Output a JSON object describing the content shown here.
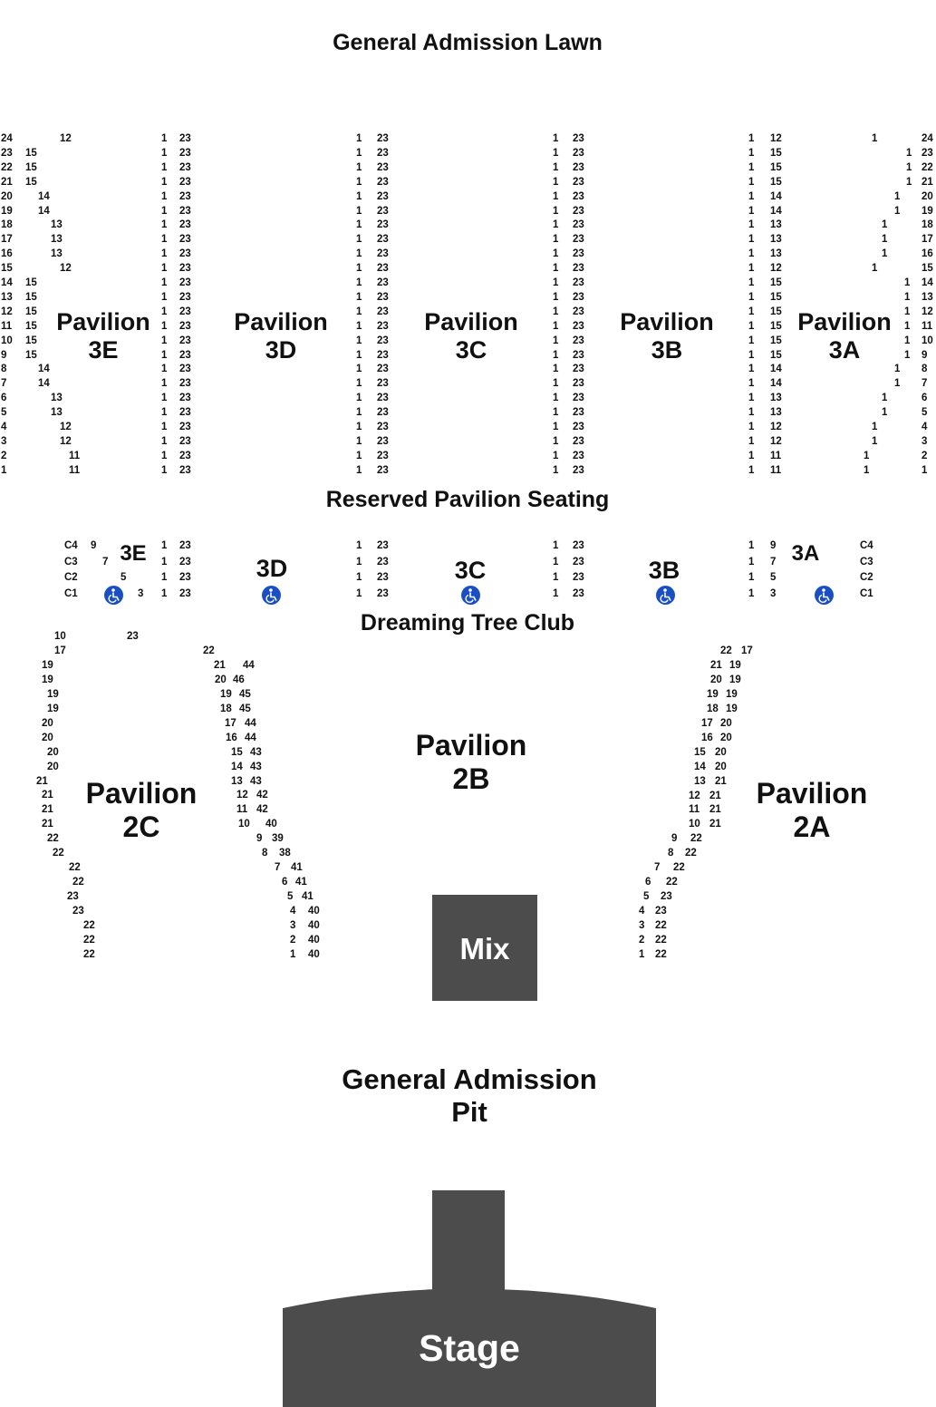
{
  "headers": {
    "lawn": "General Admission Lawn",
    "reserved": "Reserved Pavilion Seating",
    "club": "Dreaming Tree Club",
    "pit": "General Admission\nPit"
  },
  "sections": {
    "p3e": "Pavilion\n3E",
    "p3d": "Pavilion\n3D",
    "p3c": "Pavilion\n3C",
    "p3b": "Pavilion\n3B",
    "p3a": "Pavilion\n3A",
    "p2c": "Pavilion\n2C",
    "p2b": "Pavilion\n2B",
    "p2a": "Pavilion\n2A"
  },
  "boxes": {
    "c3e": "3E",
    "c3d": "3D",
    "c3c": "3C",
    "c3b": "3B",
    "c3a": "3A"
  },
  "mix": "Mix",
  "stage": "Stage",
  "icons": {
    "wheelchair": "wheelchair-icon"
  },
  "colors": {
    "stage": "#4c4c4c",
    "accessible": "#1a4fc4"
  },
  "rows_upper": {
    "left_edge": [
      "24",
      "23",
      "22",
      "21",
      "20",
      "19",
      "18",
      "17",
      "16",
      "15",
      "14",
      "13",
      "12",
      "11",
      "10",
      "9",
      "8",
      "7",
      "6",
      "5",
      "4",
      "3",
      "2",
      "1"
    ],
    "right_edge": [
      "24",
      "23",
      "22",
      "21",
      "20",
      "19",
      "18",
      "17",
      "16",
      "15",
      "14",
      "13",
      "12",
      "11",
      "10",
      "9",
      "8",
      "7",
      "6",
      "5",
      "4",
      "3",
      "2",
      "1"
    ],
    "e_seats": [
      "12",
      "15",
      "15",
      "15",
      "14",
      "14",
      "13",
      "13",
      "13",
      "12",
      "15",
      "15",
      "15",
      "15",
      "15",
      "15",
      "14",
      "14",
      "13",
      "13",
      "12",
      "12",
      "11",
      "11"
    ],
    "a_seats": [
      "12",
      "15",
      "15",
      "15",
      "14",
      "14",
      "13",
      "13",
      "13",
      "12",
      "15",
      "15",
      "15",
      "15",
      "15",
      "15",
      "14",
      "14",
      "13",
      "13",
      "12",
      "12",
      "11",
      "11"
    ],
    "one": "1",
    "twentythree": "23"
  },
  "club_rows": {
    "left_letters": [
      "C4",
      "C3",
      "C2",
      "C1"
    ],
    "right_letters": [
      "C4",
      "C3",
      "C2",
      "C1"
    ],
    "e_seats": [
      "9",
      "7",
      "5",
      "3"
    ],
    "a_seats": [
      "9",
      "7",
      "5",
      "3"
    ]
  },
  "rows_2c": {
    "outer": [
      "10",
      "17",
      "19",
      "19",
      "19",
      "19",
      "20",
      "20",
      "20",
      "20",
      "21",
      "21",
      "21",
      "21",
      "22",
      "22",
      "22",
      "22",
      "23",
      "23",
      "22",
      "22",
      "22"
    ],
    "seat": [
      "23",
      "22",
      "21",
      "20",
      "19",
      "18",
      "17",
      "16",
      "15",
      "14",
      "13",
      "12",
      "11",
      "10",
      "9",
      "8",
      "7",
      "6",
      "5",
      "4",
      "3",
      "2",
      "1"
    ],
    "inner": [
      "44",
      "46",
      "45",
      "45",
      "44",
      "44",
      "43",
      "43",
      "43",
      "42",
      "42",
      "40",
      "39",
      "38",
      "41",
      "41",
      "41",
      "40",
      "40",
      "40",
      "40"
    ]
  },
  "rows_2a": {
    "outer": [
      "17",
      "19",
      "19",
      "19",
      "19",
      "20",
      "20",
      "20",
      "20",
      "21",
      "21",
      "21",
      "21",
      "22",
      "22",
      "22",
      "22",
      "23",
      "23",
      "22",
      "22",
      "22"
    ],
    "seat": [
      "22",
      "21",
      "20",
      "19",
      "18",
      "17",
      "16",
      "15",
      "14",
      "13",
      "12",
      "11",
      "10",
      "9",
      "8",
      "7",
      "6",
      "5",
      "4",
      "3",
      "2",
      "1"
    ]
  }
}
